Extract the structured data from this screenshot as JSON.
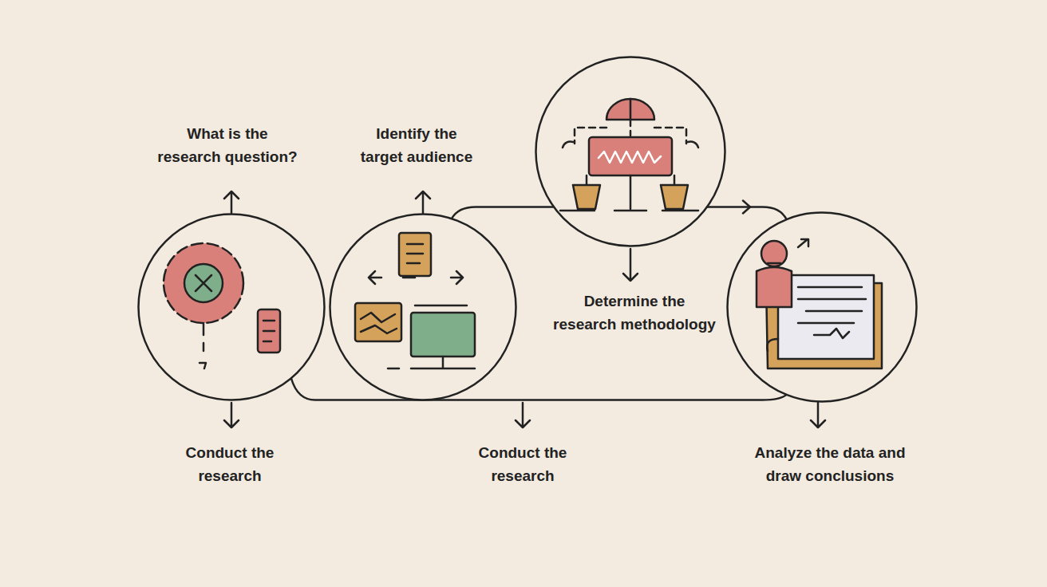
{
  "diagram": {
    "nodes": [
      {
        "text": [
          "What is the research question?",
          "Conduct the research"
        ]
      },
      {
        "text": [
          "Identify the target audience"
        ]
      },
      {
        "text": [
          "Determine the research methodology"
        ]
      },
      {
        "text": [
          "Analyze the data and draw conclusions"
        ]
      }
    ],
    "edges": [
      {
        "from": 0,
        "to": 3,
        "arrow": "none"
      },
      {
        "from": 1,
        "to": 3,
        "arrow": "to"
      }
    ],
    "labels": [
      "Conduct the research"
    ]
  }
}
